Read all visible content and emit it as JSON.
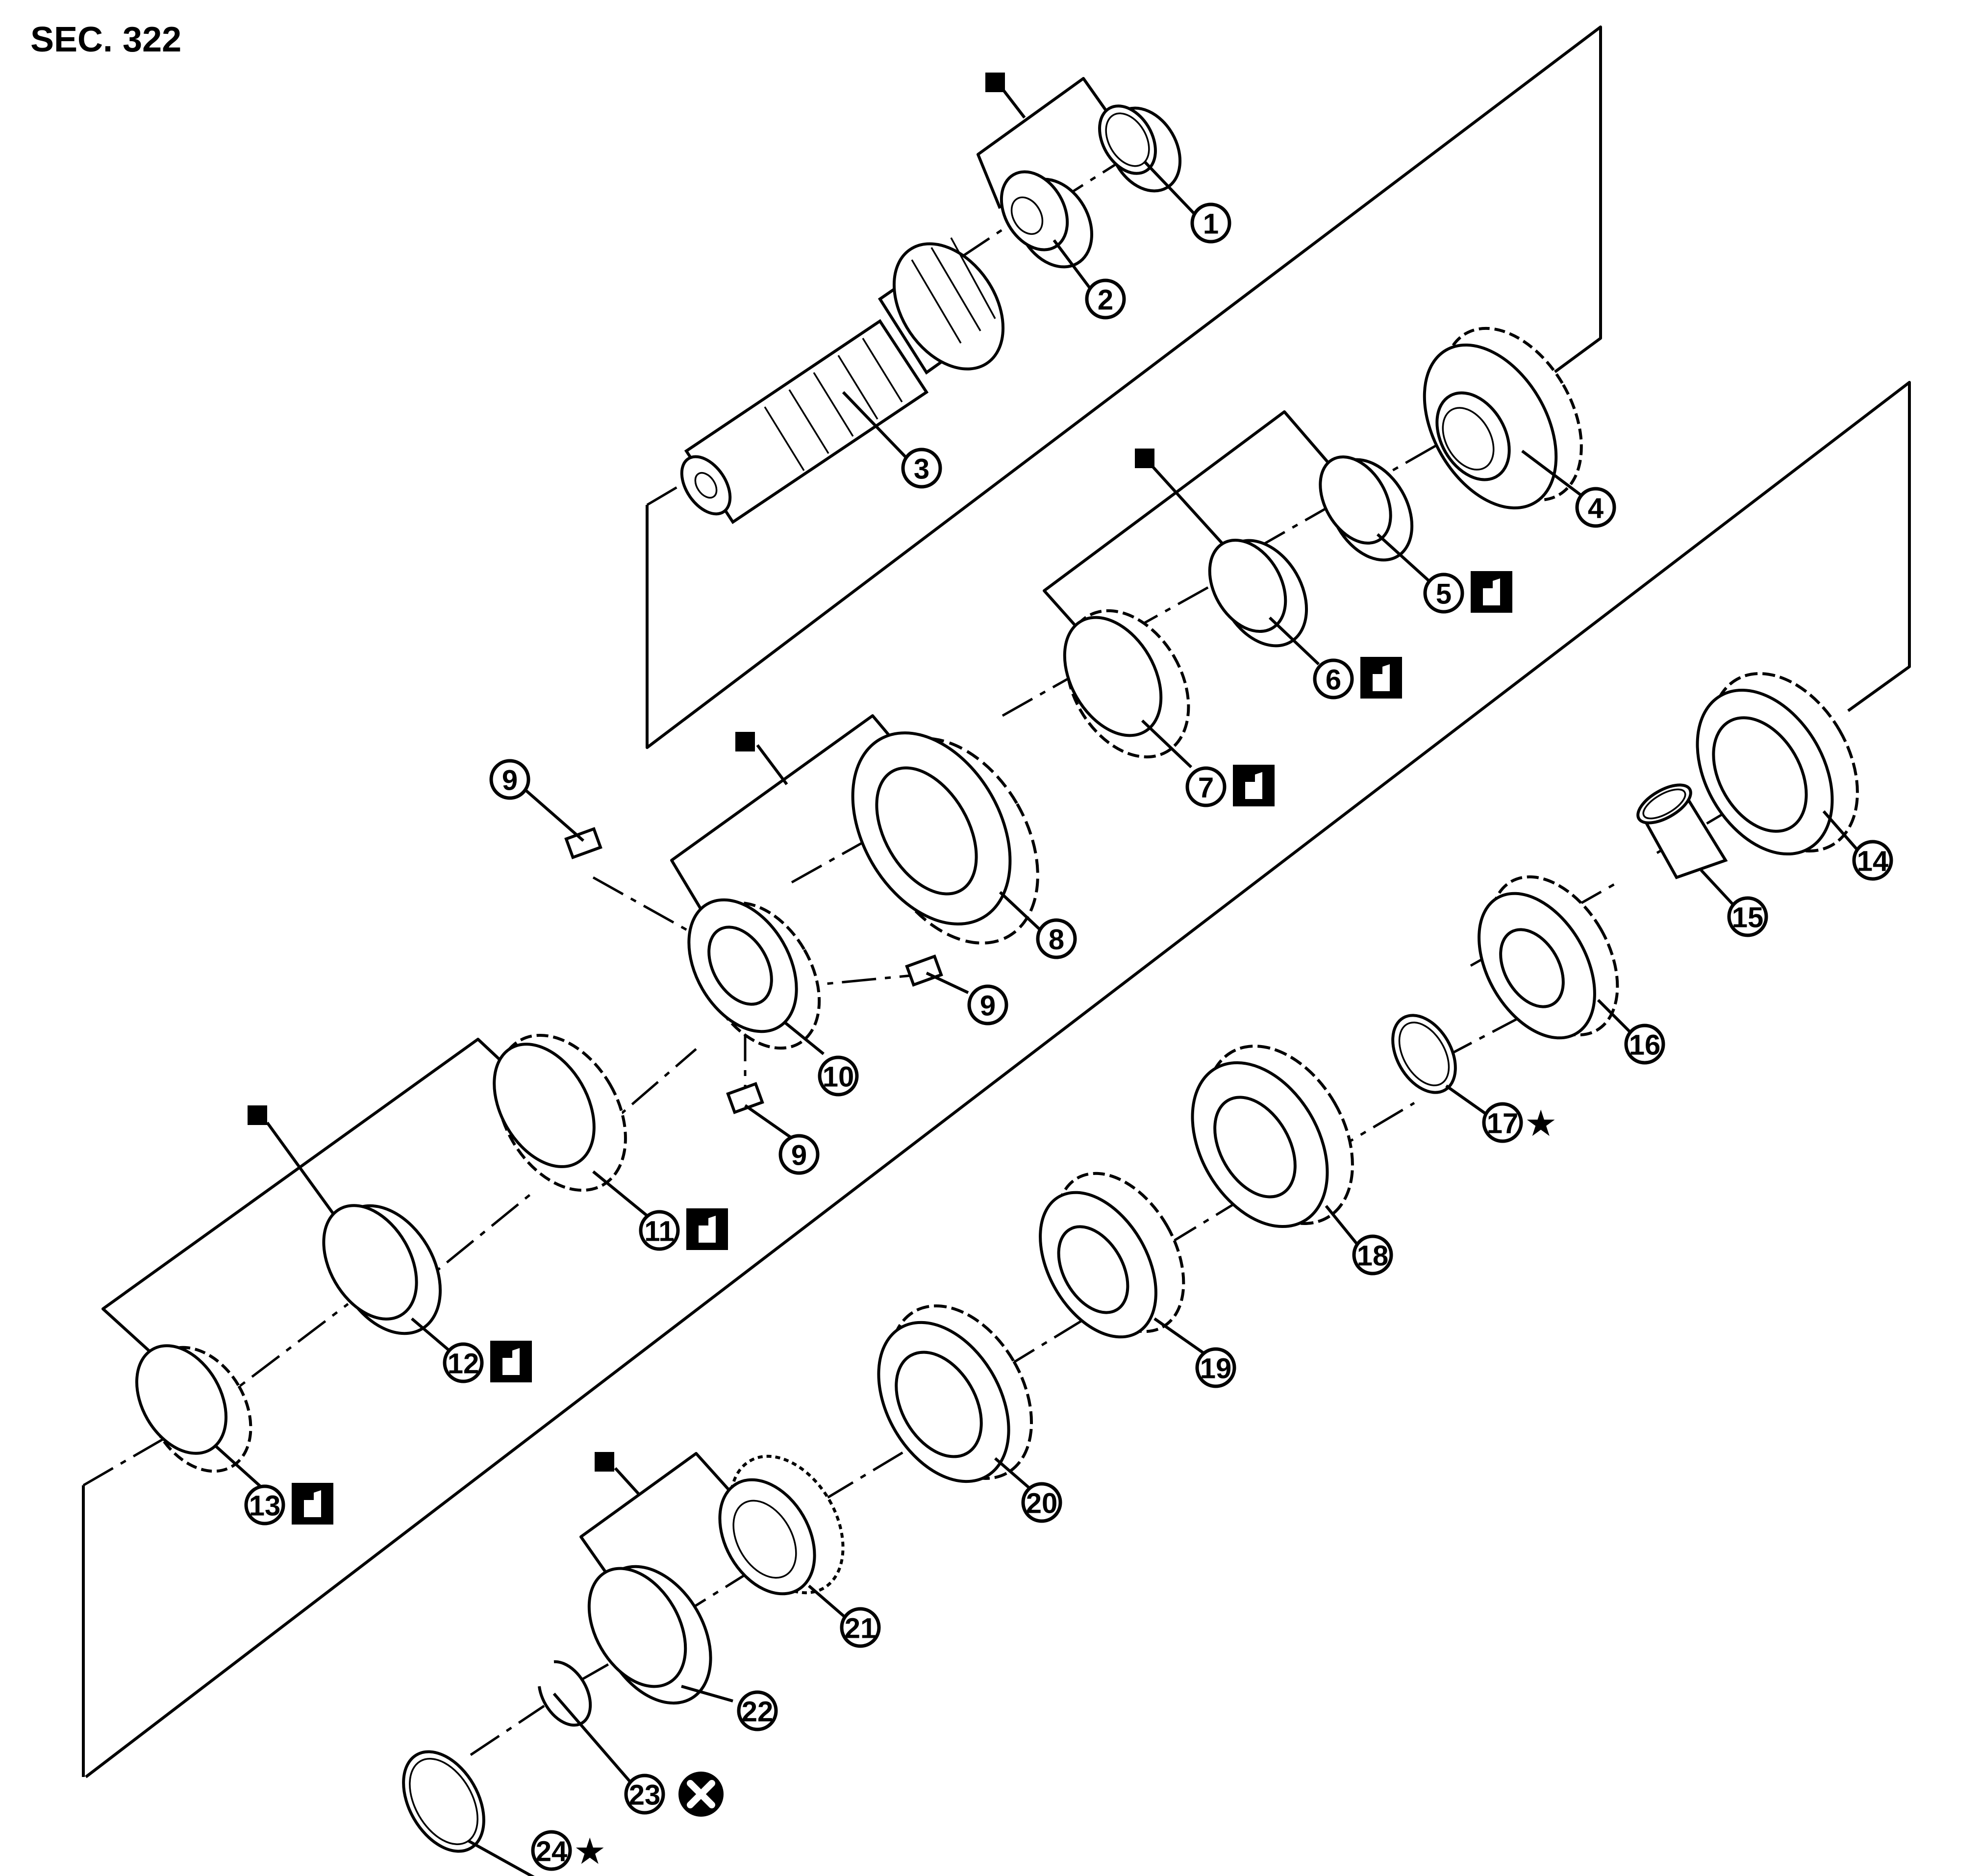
{
  "title": "SEC. 322",
  "callouts": [
    {
      "num": "1"
    },
    {
      "num": "2"
    },
    {
      "num": "3"
    },
    {
      "num": "4"
    },
    {
      "num": "5",
      "symbol": "grease-icon"
    },
    {
      "num": "6",
      "symbol": "grease-icon"
    },
    {
      "num": "7",
      "symbol": "grease-icon"
    },
    {
      "num": "8"
    },
    {
      "num": "9"
    },
    {
      "num": "9"
    },
    {
      "num": "9"
    },
    {
      "num": "10"
    },
    {
      "num": "11",
      "symbol": "grease-icon"
    },
    {
      "num": "12",
      "symbol": "grease-icon"
    },
    {
      "num": "13",
      "symbol": "grease-icon"
    },
    {
      "num": "14"
    },
    {
      "num": "15"
    },
    {
      "num": "16"
    },
    {
      "num": "17",
      "symbol": "star-icon",
      "star": "★"
    },
    {
      "num": "18"
    },
    {
      "num": "19"
    },
    {
      "num": "20"
    },
    {
      "num": "21"
    },
    {
      "num": "22"
    },
    {
      "num": "23",
      "symbol": "do-not-reuse-icon"
    },
    {
      "num": "24",
      "symbol": "star-icon",
      "star": "★"
    }
  ],
  "symbols": {
    "set-marker": "black-square",
    "grease": "grease-gun-icon",
    "no-reuse": "cross-circle-icon",
    "selective": "star-icon"
  }
}
